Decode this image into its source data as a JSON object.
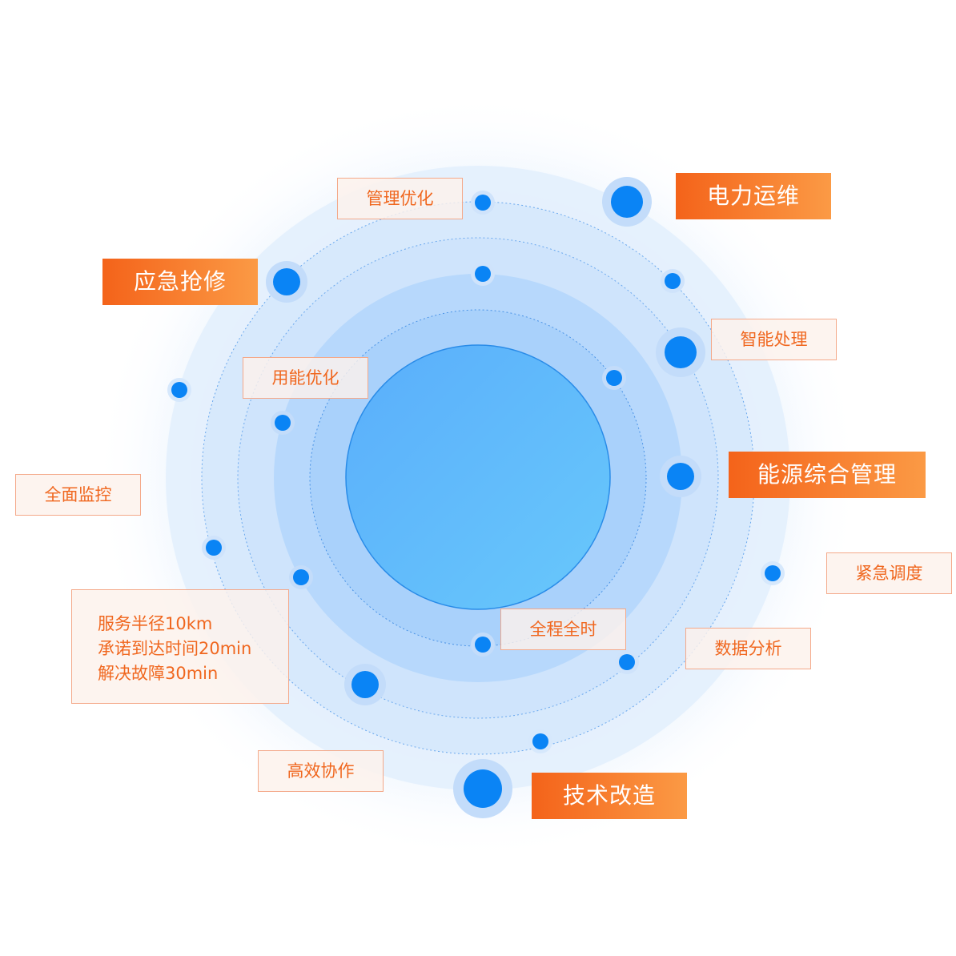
{
  "colors": {
    "accent_orange": "#f4631a",
    "accent_orange_light": "#fb9a45",
    "label_text": "#f0671f",
    "node_blue": "#0a84f5",
    "core_blue": "#5cb2fb"
  },
  "labels": {
    "management_optimization": "管理优化",
    "power_operation": "电力运维",
    "emergency_repair": "应急抢修",
    "intelligent_processing": "智能处理",
    "energy_optimization": "用能优化",
    "energy_management": "能源综合管理",
    "full_monitoring": "全面监控",
    "emergency_dispatch": "紧急调度",
    "all_time_service": "全程全时",
    "data_analysis": "数据分析",
    "efficient_collaboration": "高效协作",
    "technical_renovation": "技术改造"
  },
  "service_box": {
    "lines": [
      "服务半径10km",
      "承诺到达时间20min",
      "解决故障30min"
    ]
  }
}
